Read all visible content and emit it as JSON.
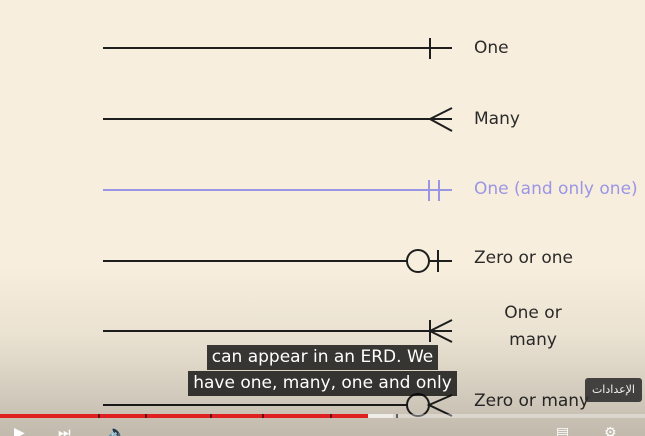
{
  "relationships": [
    {
      "label": "One",
      "notation": "one",
      "accent": false
    },
    {
      "label": "Many",
      "notation": "many",
      "accent": false
    },
    {
      "label": "One (and only one)",
      "notation": "one-and-only-one",
      "accent": true
    },
    {
      "label": "Zero or one",
      "notation": "zero-or-one",
      "accent": false
    },
    {
      "label": "One or many",
      "notation": "one-or-many",
      "accent": false
    },
    {
      "label": "Zero or many",
      "notation": "zero-or-many",
      "accent": false
    }
  ],
  "colors": {
    "background": "#f7eedd",
    "line": "#1e1e1e",
    "accent": "#9b95e6",
    "progress": "#e02020"
  },
  "captions": {
    "line1": "can appear in an ERD. We",
    "line2": "have one, many, one and only"
  },
  "player": {
    "settings_tooltip": "الإعدادات",
    "progress": 0.57,
    "buffered": 0.61,
    "controls_icons": [
      "play-icon",
      "next-icon",
      "volume-icon",
      "subtitles-icon",
      "settings-icon"
    ]
  }
}
